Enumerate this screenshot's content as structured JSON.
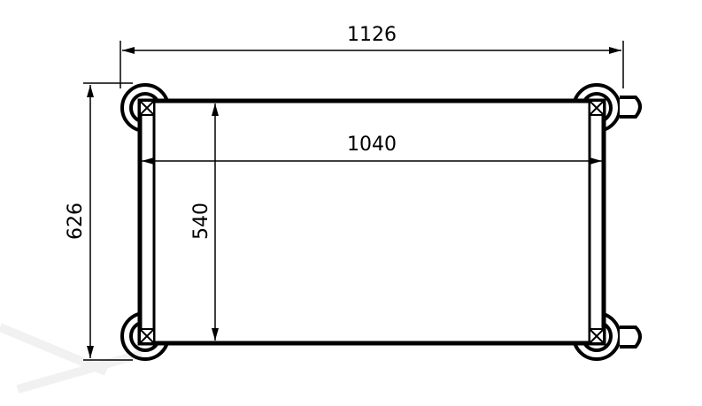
{
  "drawing": {
    "type": "technical-dimension-drawing",
    "subject": "cart frame top view with four corner casters",
    "colors": {
      "line": "#000000",
      "background": "#ffffff"
    },
    "dimensions": {
      "overall_width": {
        "value": "1126",
        "unit": "mm"
      },
      "inner_width": {
        "value": "1040",
        "unit": "mm"
      },
      "overall_depth": {
        "value": "626",
        "unit": "mm"
      },
      "inner_depth": {
        "value": "540",
        "unit": "mm"
      }
    },
    "components": [
      "frame",
      "caster-top-left",
      "caster-top-right",
      "caster-bottom-left",
      "caster-bottom-right",
      "handle-stub-top-right",
      "handle-stub-bottom-right"
    ]
  }
}
